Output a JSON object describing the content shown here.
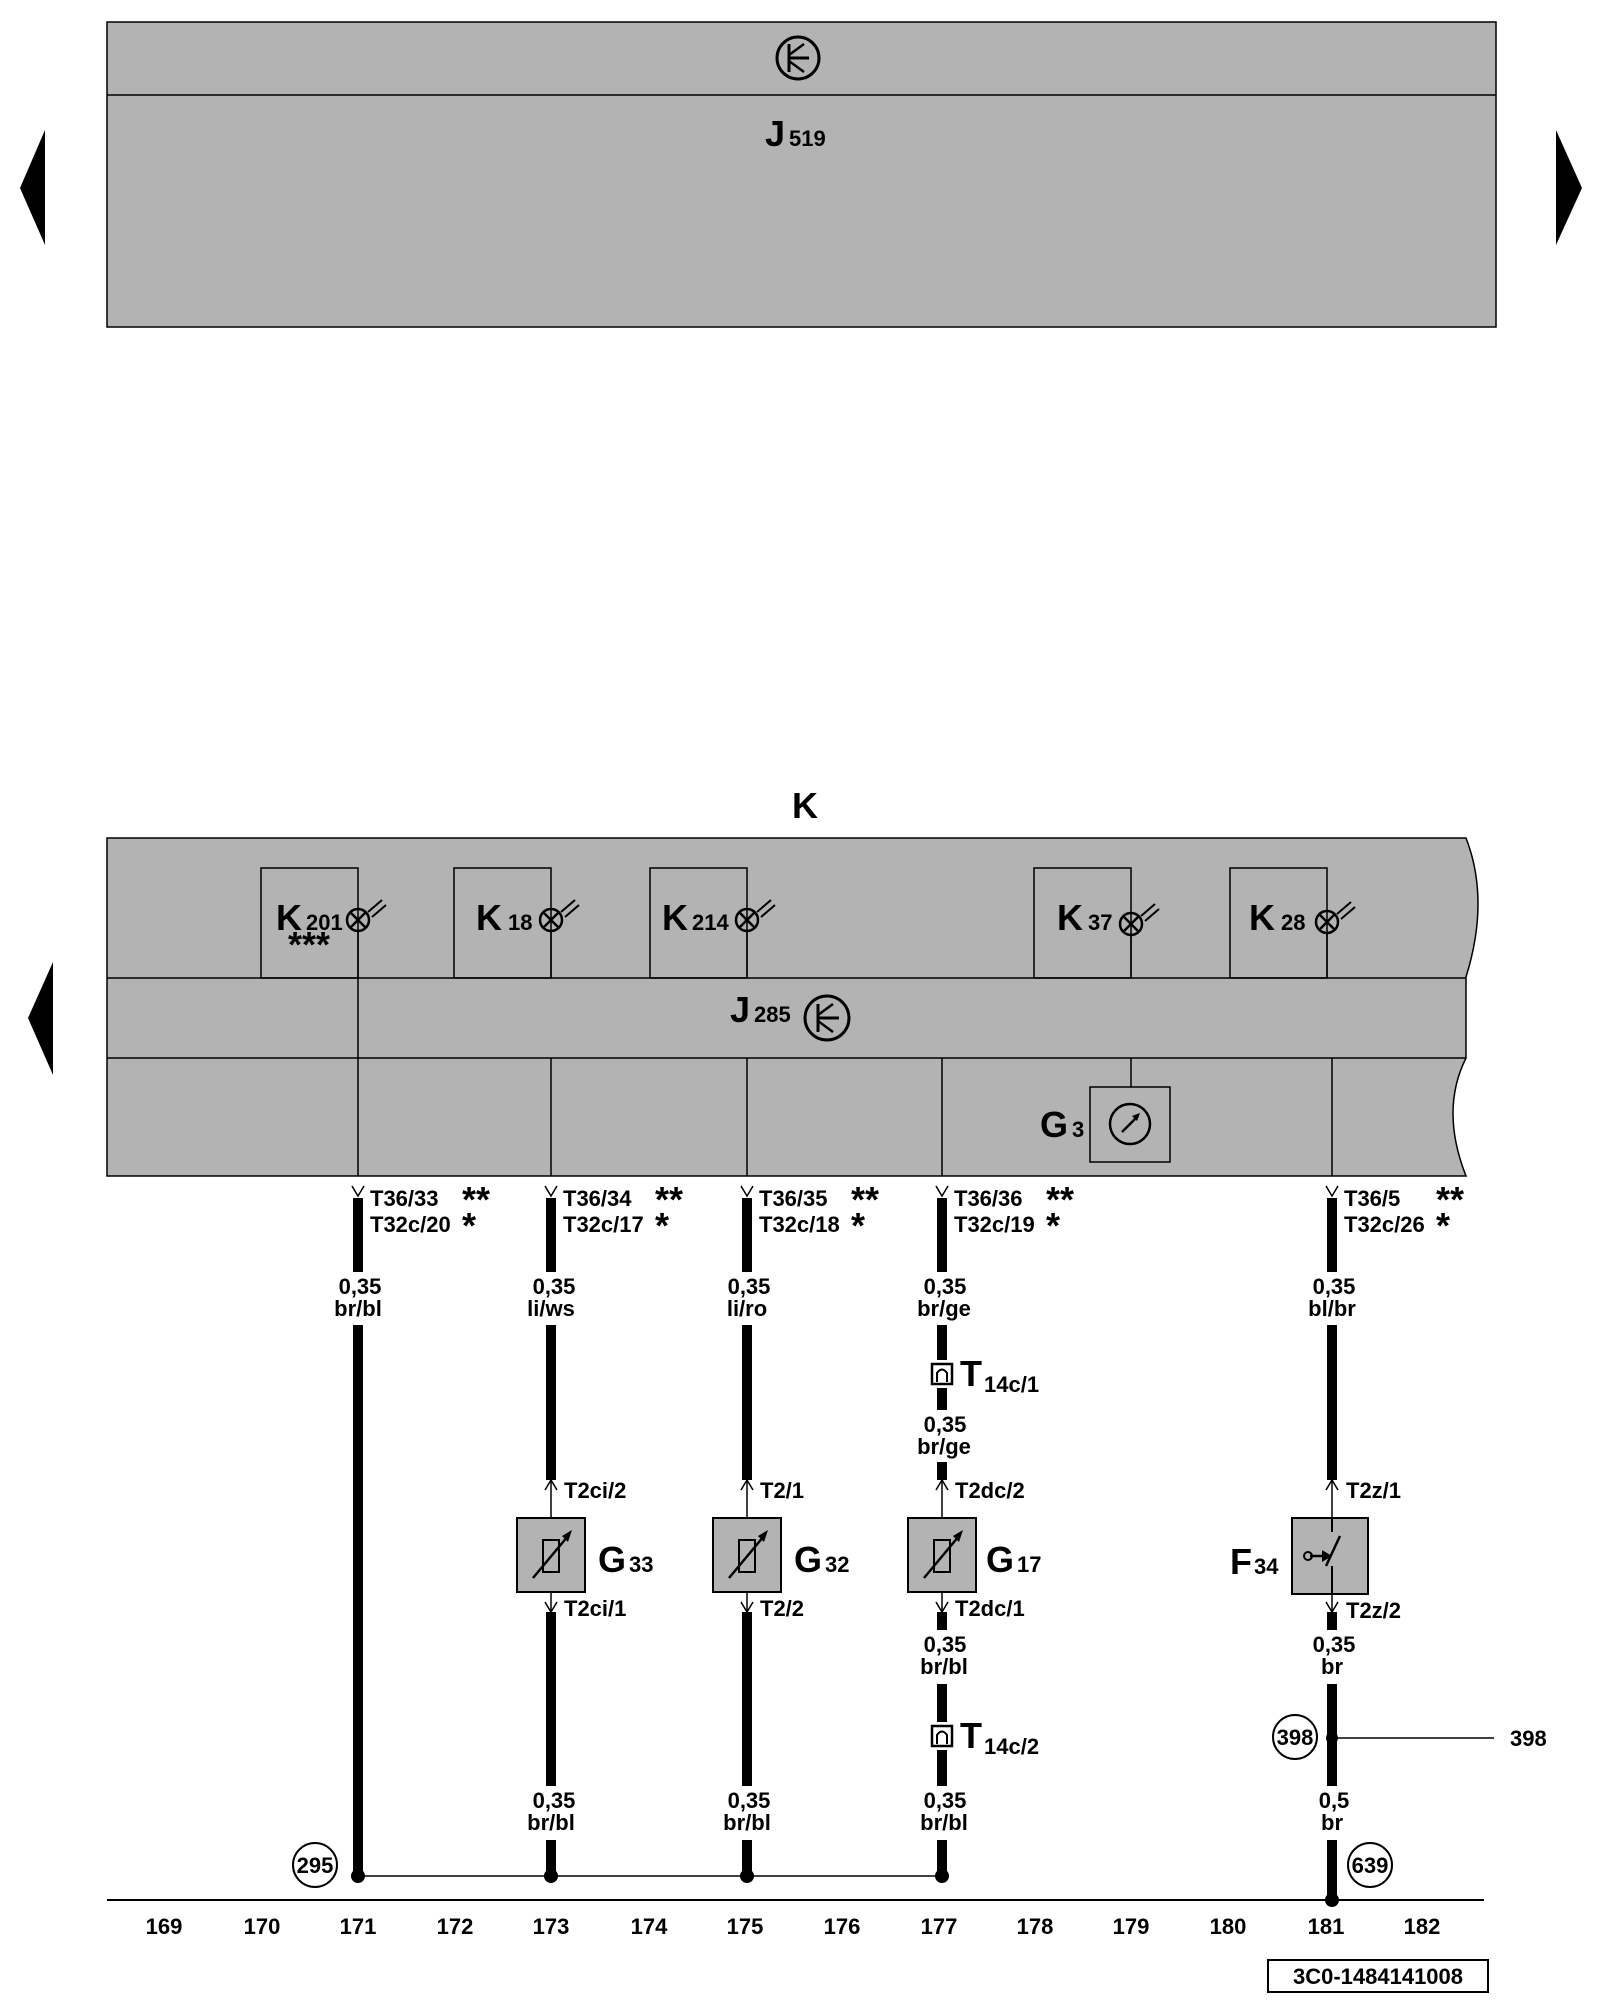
{
  "top_unit": {
    "label": "J",
    "sub": "519"
  },
  "cluster": {
    "title": "K",
    "lamps": [
      {
        "label": "K",
        "sub": "201",
        "note": "***"
      },
      {
        "label": "K",
        "sub": "18"
      },
      {
        "label": "K",
        "sub": "214"
      },
      {
        "label": "K",
        "sub": "37"
      },
      {
        "label": "K",
        "sub": "28"
      }
    ],
    "control_unit": {
      "label": "J",
      "sub": "285"
    },
    "gauge": {
      "label": "G",
      "sub": "3"
    }
  },
  "pins": [
    {
      "primary": "T36/33",
      "primary_mark": "**",
      "alt": "T32c/20",
      "alt_mark": "*"
    },
    {
      "primary": "T36/34",
      "primary_mark": "**",
      "alt": "T32c/17",
      "alt_mark": "*"
    },
    {
      "primary": "T36/35",
      "primary_mark": "**",
      "alt": "T32c/18",
      "alt_mark": "*"
    },
    {
      "primary": "T36/36",
      "primary_mark": "**",
      "alt": "T32c/19",
      "alt_mark": "*"
    },
    {
      "primary": "T36/5",
      "primary_mark": "**",
      "alt": "T32c/26",
      "alt_mark": "*"
    }
  ],
  "wires": {
    "w171_top": {
      "size": "0,35",
      "color": "br/bl"
    },
    "w173_top": {
      "size": "0,35",
      "color": "li/ws"
    },
    "w175_top": {
      "size": "0,35",
      "color": "li/ro"
    },
    "w177_top": {
      "size": "0,35",
      "color": "br/ge"
    },
    "w181_top": {
      "size": "0,35",
      "color": "bl/br"
    },
    "w177_mid": {
      "size": "0,35",
      "color": "br/ge"
    },
    "w177_low": {
      "size": "0,35",
      "color": "br/bl"
    },
    "w181_low": {
      "size": "0,35",
      "color": "br"
    },
    "w173_bot": {
      "size": "0,35",
      "color": "br/bl"
    },
    "w175_bot": {
      "size": "0,35",
      "color": "br/bl"
    },
    "w177_bot": {
      "size": "0,35",
      "color": "br/bl"
    },
    "w181_bot": {
      "size": "0,5",
      "color": "br"
    }
  },
  "connectors": {
    "t14c1": {
      "label": "T",
      "sub": "14c/1"
    },
    "t14c2": {
      "label": "T",
      "sub": "14c/2"
    }
  },
  "sensors": {
    "g33": {
      "label": "G",
      "sub": "33",
      "pin_top": "T2ci/2",
      "pin_bot": "T2ci/1"
    },
    "g32": {
      "label": "G",
      "sub": "32",
      "pin_top": "T2/1",
      "pin_bot": "T2/2"
    },
    "g17": {
      "label": "G",
      "sub": "17",
      "pin_top": "T2dc/2",
      "pin_bot": "T2dc/1"
    },
    "f34": {
      "label": "F",
      "sub": "34",
      "pin_top": "T2z/1",
      "pin_bot": "T2z/2"
    }
  },
  "refs": {
    "r295": "295",
    "r398": "398",
    "r398_out": "398",
    "r639": "639"
  },
  "columns": [
    "169",
    "170",
    "171",
    "172",
    "173",
    "174",
    "175",
    "176",
    "177",
    "178",
    "179",
    "180",
    "181",
    "182"
  ],
  "doc_id": "3C0-1484141008"
}
